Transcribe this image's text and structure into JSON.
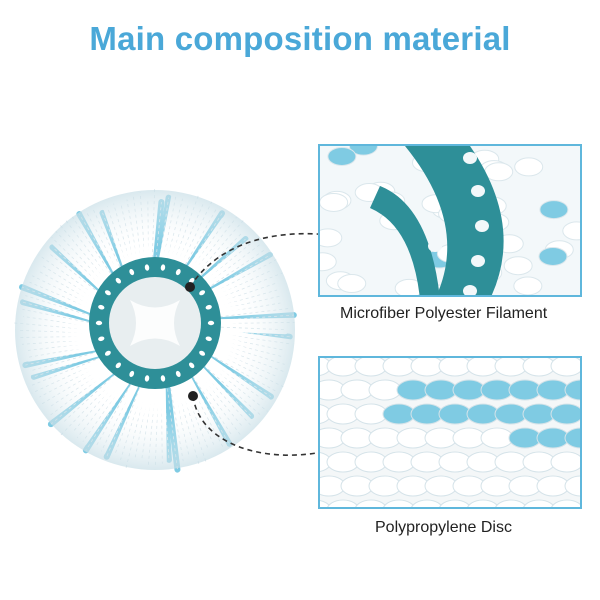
{
  "header": {
    "title": "Main composition material",
    "title_color": "#4aa8d8"
  },
  "captions": {
    "first": "Microfiber Polyester Filament",
    "second": "Polypropylene Disc"
  },
  "colors": {
    "disc_teal": "#2e8f98",
    "filament_blue": "#7fcbe3",
    "filament_white": "#ffffff",
    "inset_border": "#5fb7dc"
  },
  "icons": {
    "pointer_arrow": "arrow-icon",
    "pointer_dot": "dot-icon"
  }
}
